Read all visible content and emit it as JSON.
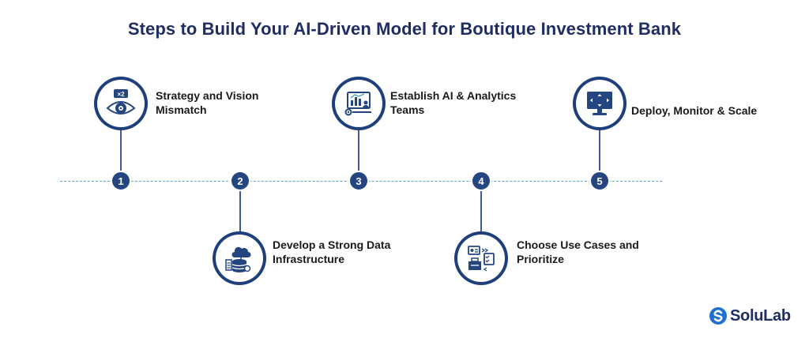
{
  "title": "Steps to Build Your AI-Driven Model for Boutique Investment Bank",
  "steps": [
    {
      "number": "1",
      "line1": "Strategy and Vision",
      "line2": "Mismatch",
      "icon": "eye-target-icon"
    },
    {
      "number": "2",
      "line1": "Develop a Strong Data",
      "line2": "Infrastructure",
      "icon": "cloud-database-icon"
    },
    {
      "number": "3",
      "line1": "Establish AI & Analytics",
      "line2": "Teams",
      "icon": "analytics-dashboard-icon"
    },
    {
      "number": "4",
      "line1": "Choose Use Cases and",
      "line2": "Prioritize",
      "icon": "checklist-task-icon"
    },
    {
      "number": "5",
      "line1": "Deploy, Monitor & Scale",
      "line2": "",
      "icon": "monitor-scale-icon"
    }
  ],
  "icon_badge_text": "×2",
  "brand": {
    "name": "SoluLab",
    "logo_icon": "solulab-logo-icon"
  },
  "colors": {
    "navy": "#1e3f7b",
    "title": "#1f2d63",
    "dashed_line": "#5ba6c8"
  }
}
